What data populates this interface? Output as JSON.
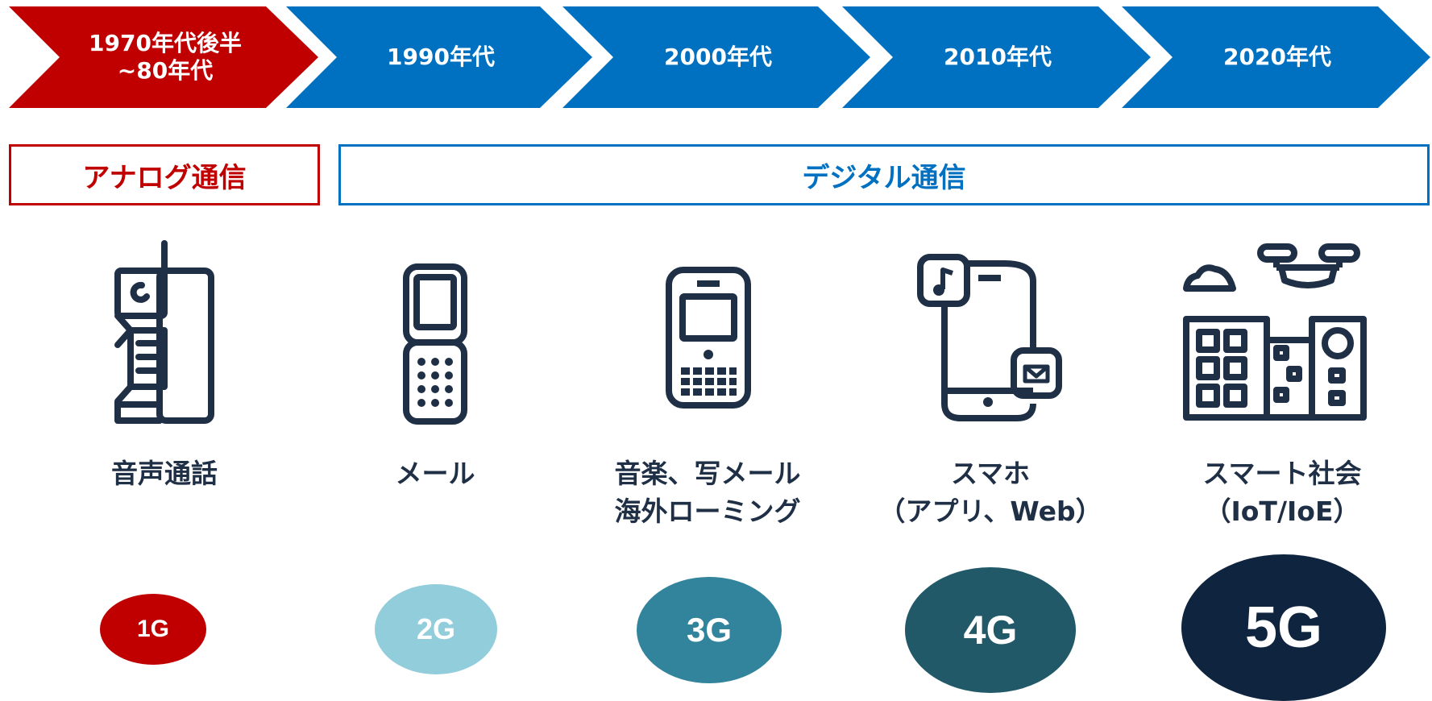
{
  "timeline": [
    {
      "label": "1970年代後半\n~80年代",
      "color": "#c00000"
    },
    {
      "label": "1990年代",
      "color": "#0070c0"
    },
    {
      "label": "2000年代",
      "color": "#0070c0"
    },
    {
      "label": "2010年代",
      "color": "#0070c0"
    },
    {
      "label": "2020年代",
      "color": "#0070c0"
    }
  ],
  "eras": {
    "analog": {
      "label": "アナログ通信",
      "color": "#c00000"
    },
    "digital": {
      "label": "デジタル通信",
      "color": "#0070c0"
    }
  },
  "generations": [
    {
      "icon": "brick-phone-icon",
      "caption": "音声通話",
      "gen": "1G",
      "color": "#c00000"
    },
    {
      "icon": "flip-phone-icon",
      "caption": "メール",
      "gen": "2G",
      "color": "#92cddc"
    },
    {
      "icon": "feature-phone-icon",
      "caption": "音楽、写メール\n海外ローミング",
      "gen": "3G",
      "color": "#31849b"
    },
    {
      "icon": "smartphone-icon",
      "caption": "スマホ\n（アプリ、Web）",
      "gen": "4G",
      "color": "#215968"
    },
    {
      "icon": "smart-city-icon",
      "caption": "スマート社会\n（IoT/IoE）",
      "gen": "5G",
      "color": "#0f243e"
    }
  ]
}
